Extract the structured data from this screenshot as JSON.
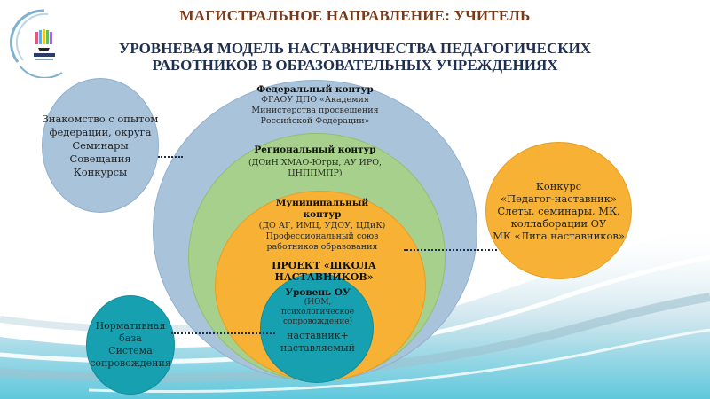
{
  "header": {
    "title": "МАГИСТРАЛЬНОЕ НАПРАВЛЕНИЕ: УЧИТЕЛЬ",
    "subtitle_line1": "УРОВНЕВАЯ МОДЕЛЬ НАСТАВНИЧЕСТВА ПЕДАГОГИЧЕСКИХ",
    "subtitle_line2": "РАБОТНИКОВ В ОБРАЗОВАТЕЛЬНЫХ УЧРЕЖДЕНИЯХ",
    "logo": "organization-logo-icon"
  },
  "colors": {
    "title": "#7a3a1a",
    "subtitle": "#1f2f4f",
    "federal": "#a9c3da",
    "regional": "#a8d08d",
    "municipal": "#f7b135",
    "school": "#17a0b0"
  },
  "levels": {
    "federal": {
      "heading": "Федеральный контур",
      "lines": [
        "ФГАОУ ДПО «Академия",
        "Министерства просвещения",
        "Российской Федерации»"
      ]
    },
    "regional": {
      "heading": "Региональный контур",
      "lines": [
        "(ДОиН ХМАО-Югры, АУ ИРО,",
        "ЦНППМПР)"
      ]
    },
    "municipal": {
      "heading_line1": "Муниципальный",
      "heading_line2": "контур",
      "lines": [
        "(ДО АГ, ИМЦ, УДОУ, ЦДиК)",
        "Профессиональный союз",
        "работников образования"
      ],
      "project": "ПРОЕКТ «ШКОЛА НАСТАВНИКОВ»"
    },
    "school": {
      "heading": "Уровень ОУ",
      "lines": [
        "(ИОМ,",
        "психологическое",
        "сопровождение)"
      ],
      "pair_line1": "наставник+",
      "pair_line2": "наставляемый"
    }
  },
  "side_circles": {
    "left": [
      "Знакомство с опытом",
      "федерации, округа",
      "Семинары",
      "Совещания",
      "Конкурсы"
    ],
    "right": [
      "Конкурс",
      "«Педагог-наставник»",
      "Слеты, семинары, МК,",
      "коллаборации ОУ",
      "МК «Лига наставников»"
    ],
    "bottom": [
      "Нормативная",
      "база",
      "Система",
      "сопровождения"
    ]
  }
}
